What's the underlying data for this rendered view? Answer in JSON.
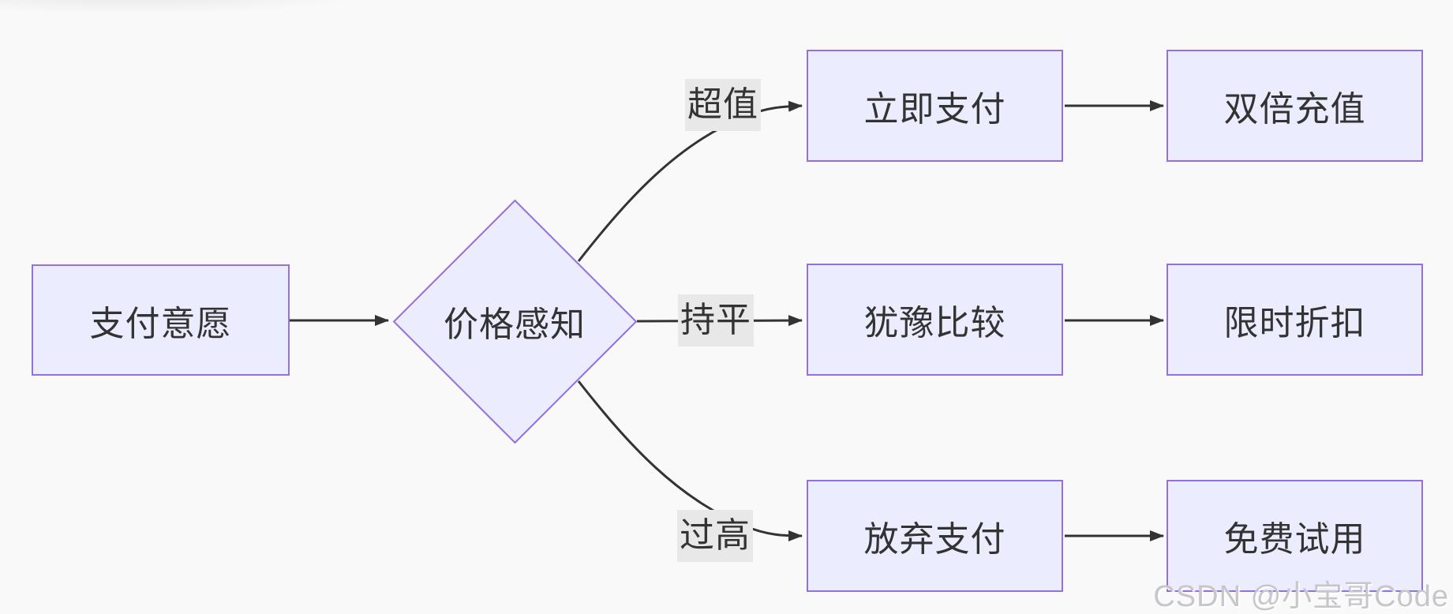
{
  "theme": {
    "background": "#f9f9f9",
    "node_fill": "#ECECFF",
    "node_border": "#9370DB",
    "edge_color": "#333333",
    "text_color": "#333333",
    "label_bg": "#e8e8e8",
    "watermark_color": "#c6c6cb"
  },
  "diagram": {
    "nodes": {
      "willingness": {
        "label": "支付意愿",
        "shape": "rect"
      },
      "perception": {
        "label": "价格感知",
        "shape": "diamond"
      },
      "pay_now": {
        "label": "立即支付",
        "shape": "rect"
      },
      "hesitate": {
        "label": "犹豫比较",
        "shape": "rect"
      },
      "abandon": {
        "label": "放弃支付",
        "shape": "rect"
      },
      "double_recharge": {
        "label": "双倍充值",
        "shape": "rect"
      },
      "discount": {
        "label": "限时折扣",
        "shape": "rect"
      },
      "free_trial": {
        "label": "免费试用",
        "shape": "rect"
      }
    },
    "edges": [
      {
        "from": "willingness",
        "to": "perception",
        "label": ""
      },
      {
        "from": "perception",
        "to": "pay_now",
        "label": "超值"
      },
      {
        "from": "perception",
        "to": "hesitate",
        "label": "持平"
      },
      {
        "from": "perception",
        "to": "abandon",
        "label": "过高"
      },
      {
        "from": "pay_now",
        "to": "double_recharge",
        "label": ""
      },
      {
        "from": "hesitate",
        "to": "discount",
        "label": ""
      },
      {
        "from": "abandon",
        "to": "free_trial",
        "label": ""
      }
    ]
  },
  "watermark": "CSDN @小宝哥Code"
}
